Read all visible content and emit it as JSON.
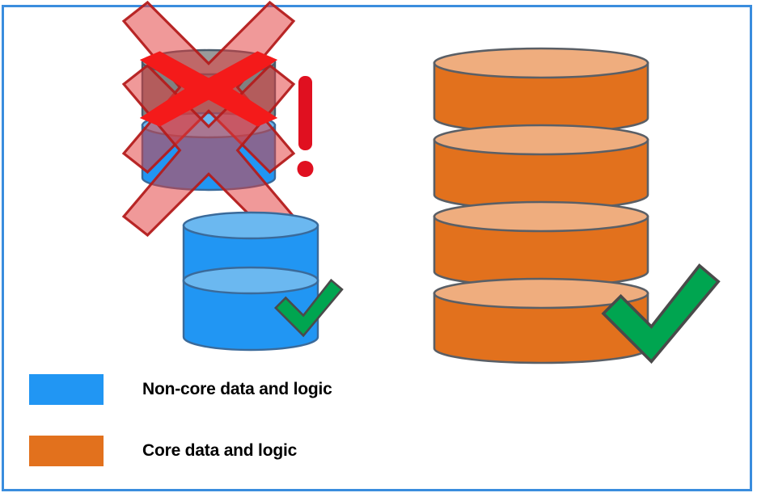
{
  "diagram": {
    "title": "Core vs non-core data and logic database comparison",
    "background_color": "#ffffff",
    "frame_color": "#3a8dde"
  },
  "colors": {
    "blue_body": "#2196f3",
    "blue_top": "#6bb8f0",
    "orange_body": "#e2711d",
    "orange_top": "#efad7e",
    "gray_body": "#808080",
    "gray_top": "#9a9a9a",
    "outline": "#4a5a6a",
    "check_green": "#00a550",
    "check_outline": "#4a4a4a",
    "red_solid": "#f41a1a",
    "red_translucent": "#e23b3b",
    "red_outline": "#c02020",
    "exclamation_red": "#e01020"
  },
  "shapes": {
    "rejected_stack": {
      "name": "rejected-mixed-database",
      "segments": [
        {
          "label": "non-core segment (gray)",
          "fill": "#808080",
          "top_fill": "#9a9a9a"
        },
        {
          "label": "core segment (blue)",
          "fill": "#2196f3",
          "top_fill": "#6bb8f0"
        }
      ],
      "marks": [
        "red-x-mark",
        "red-x-mark",
        "exclamation-mark"
      ],
      "verdict": "rejected"
    },
    "noncore_stack": {
      "name": "noncore-database",
      "segment_count": 2,
      "fill": "#2196f3",
      "top_fill": "#6bb8f0",
      "marks": [
        "green-check-mark"
      ],
      "verdict": "approved"
    },
    "core_stack": {
      "name": "core-database",
      "segment_count": 4,
      "fill": "#e2711d",
      "top_fill": "#efad7e",
      "marks": [
        "green-check-mark"
      ],
      "verdict": "approved"
    }
  },
  "legend": {
    "items": [
      {
        "label": "Non-core data and logic",
        "color": "#2196f3",
        "swatch_name": "legend-swatch-noncore"
      },
      {
        "label": "Core data and logic",
        "color": "#e2711d",
        "swatch_name": "legend-swatch-core"
      }
    ]
  }
}
